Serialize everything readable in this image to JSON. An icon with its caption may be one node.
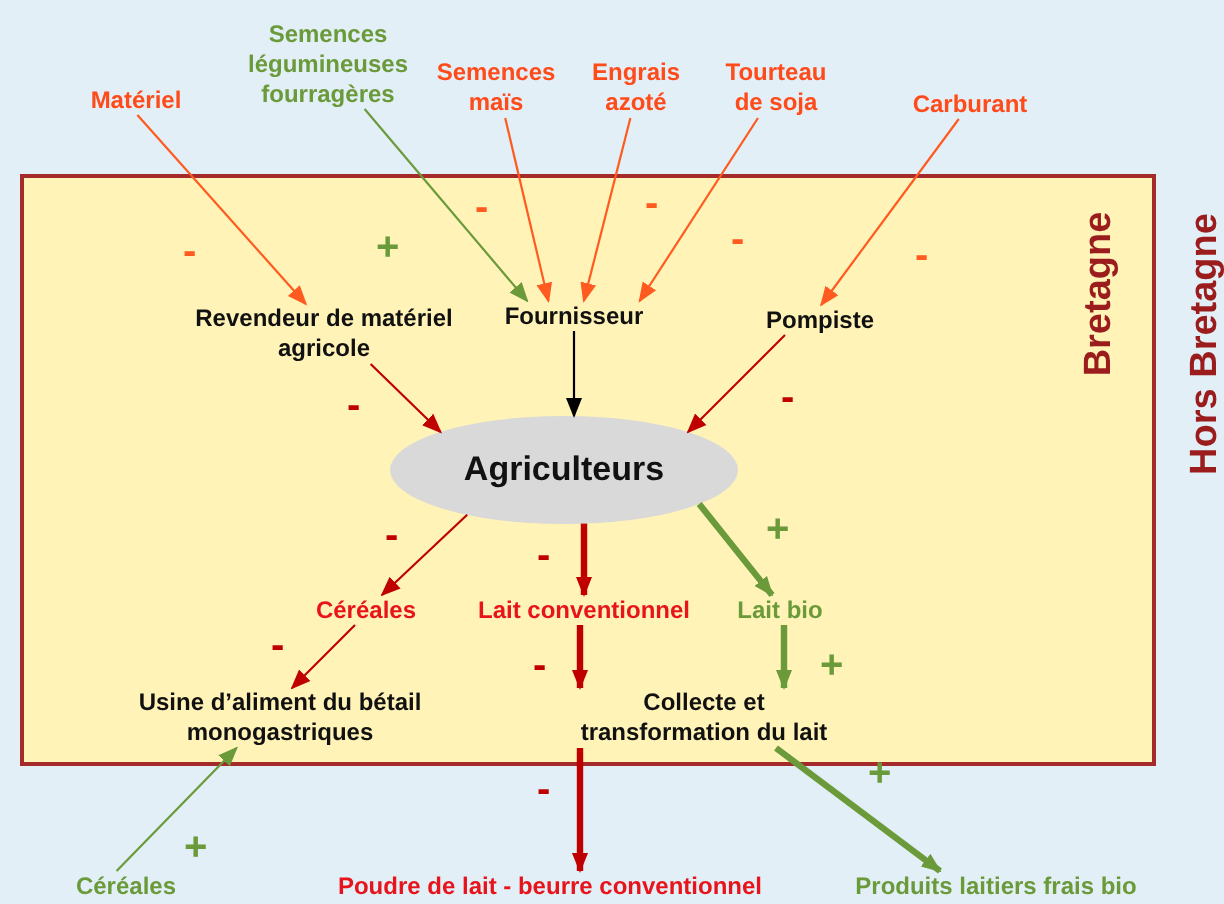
{
  "diagram": {
    "nodes": [
      {
        "text": [
          "Bretagne"
        ]
      },
      {
        "text": [
          "Matériel"
        ]
      },
      {
        "text": [
          "Semences légumineuses fourragères"
        ]
      },
      {
        "text": [
          "Semences maïs"
        ]
      },
      {
        "text": [
          "Engrais azoté"
        ]
      },
      {
        "text": [
          "Tourteau de soja"
        ]
      },
      {
        "text": [
          "Carburant"
        ]
      },
      {
        "text": [
          "Revendeur de matériel agricole"
        ],
        "in": 0
      },
      {
        "text": [
          "Fournisseur"
        ],
        "in": 0
      },
      {
        "text": [
          "Pompiste"
        ],
        "in": 0
      },
      {
        "text": [
          "Agriculteurs"
        ],
        "in": 0
      },
      {
        "text": [
          "Céréales"
        ],
        "in": 0
      },
      {
        "text": [
          "Lait conventionnel"
        ],
        "in": 0
      },
      {
        "text": [
          "Lait bio"
        ],
        "in": 0
      },
      {
        "text": [
          "Usine d’aliment du bétail monogastriques"
        ],
        "in": 0
      },
      {
        "text": [
          "Collecte et transformation du lait"
        ],
        "in": 0
      },
      {
        "text": [
          "Céréales"
        ]
      },
      {
        "text": [
          "Poudre de lait - beurre conventionnel"
        ]
      },
      {
        "text": [
          "Produits laitiers frais bio"
        ]
      }
    ],
    "edges": [
      {
        "from": 1,
        "to": 7,
        "arrow": "to",
        "label": "-",
        "color": "#ff5a1f"
      },
      {
        "from": 2,
        "to": 8,
        "arrow": "to",
        "label": "+",
        "color": "#6a9a3a"
      },
      {
        "from": 3,
        "to": 8,
        "arrow": "to",
        "label": "-",
        "color": "#ff5a1f"
      },
      {
        "from": 4,
        "to": 8,
        "arrow": "to",
        "label": "-",
        "color": "#ff5a1f"
      },
      {
        "from": 5,
        "to": 8,
        "arrow": "to",
        "label": "-",
        "color": "#ff5a1f"
      },
      {
        "from": 6,
        "to": 9,
        "arrow": "to",
        "label": "-",
        "color": "#ff5a1f"
      },
      {
        "from": 7,
        "to": 10,
        "arrow": "to",
        "label": "-"
      },
      {
        "from": 8,
        "to": 10,
        "arrow": "to",
        "color": "#000000"
      },
      {
        "from": 9,
        "to": 10,
        "arrow": "to",
        "label": "-"
      },
      {
        "from": 10,
        "to": 11,
        "arrow": "to",
        "label": "-"
      },
      {
        "from": 10,
        "to": 12,
        "arrow": "to",
        "label": "-",
        "style": "thick"
      },
      {
        "from": 10,
        "to": 13,
        "arrow": "to",
        "label": "+",
        "style": "thick",
        "color": "#6a9a3a"
      },
      {
        "from": 11,
        "to": 14,
        "arrow": "to",
        "label": "-"
      },
      {
        "from": 12,
        "to": 15,
        "arrow": "to",
        "label": "-",
        "style": "thick"
      },
      {
        "from": 13,
        "to": 15,
        "arrow": "to",
        "label": "+",
        "style": "thick",
        "color": "#6a9a3a"
      },
      {
        "from": 15,
        "to": 17,
        "arrow": "to",
        "label": "-",
        "style": "thick"
      },
      {
        "from": 15,
        "to": 18,
        "arrow": "to",
        "label": "+",
        "style": "thick",
        "color": "#6a9a3a"
      },
      {
        "from": 16,
        "to": 14,
        "arrow": "to",
        "label": "+",
        "color": "#6a9a3a"
      }
    ],
    "labels": [
      "Hors Bretagne"
    ]
  }
}
